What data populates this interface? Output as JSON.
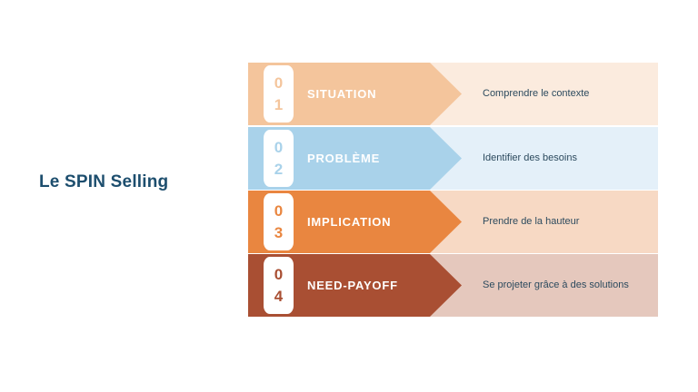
{
  "title": "Le SPIN Selling",
  "steps": [
    {
      "d1": "0",
      "d2": "1",
      "label": "SITUATION",
      "description": "Comprendre le contexte",
      "color": "#f4c59c",
      "light": "#fbebde"
    },
    {
      "d1": "0",
      "d2": "2",
      "label": "PROBLÈME",
      "description": "Identifier des besoins",
      "color": "#a9d2ea",
      "light": "#e4f0f9"
    },
    {
      "d1": "0",
      "d2": "3",
      "label": "IMPLICATION",
      "description": "Prendre de la hauteur",
      "color": "#e98640",
      "light": "#f7d9c4"
    },
    {
      "d1": "0",
      "d2": "4",
      "label": "NEED-PAYOFF",
      "description": "Se projeter grâce à des solutions",
      "color": "#a94f33",
      "light": "#e5c8bd"
    }
  ]
}
